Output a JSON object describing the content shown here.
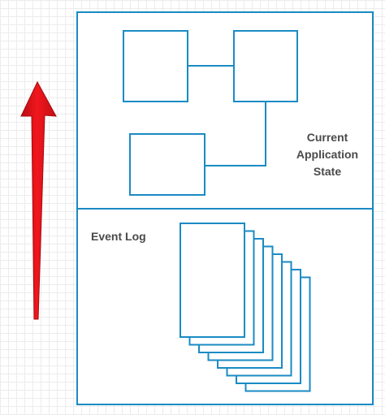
{
  "colors": {
    "outline": "#1a8bc4",
    "arrow": "#e8141b",
    "text": "#4a4a4a"
  },
  "labels": {
    "state_line1": "Current",
    "state_line2": "Application",
    "state_line3": "State",
    "event_log": "Event Log"
  },
  "event_log": {
    "stacked_documents": 8
  }
}
